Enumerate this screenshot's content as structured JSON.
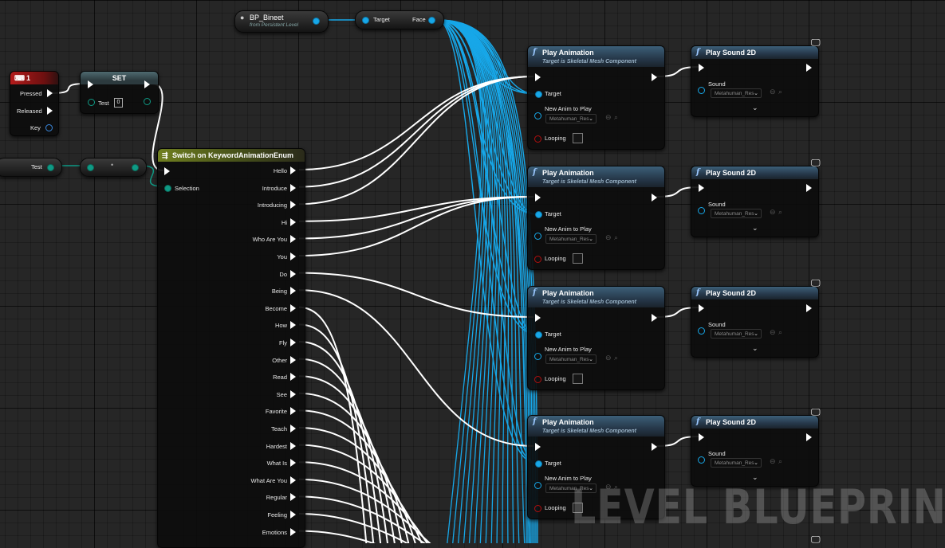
{
  "watermark": "LEVEL BLUEPRINT",
  "colors": {
    "exec_wire": "#ffffff",
    "object_wire": "#17a7e8",
    "enum_wire": "#0f9a85"
  },
  "bp_var": {
    "title": "BP_Bineet",
    "subtitle": "from Persistent Level"
  },
  "target_var": {
    "target_label": "Target",
    "face_label": "Face"
  },
  "key_event": {
    "title": "1",
    "pressed": "Pressed",
    "released": "Released",
    "key": "Key"
  },
  "set_node": {
    "title": "SET",
    "test_label": "Test",
    "test_value": "0"
  },
  "test_var": {
    "label": "Test"
  },
  "cast_node": {
    "label": ""
  },
  "switch_node": {
    "title": "Switch on KeywordAnimationEnum",
    "selection": "Selection",
    "outputs": [
      "Hello",
      "Introduce",
      "Introducing",
      "Hi",
      "Who Are You",
      "You",
      "Do",
      "Being",
      "Become",
      "How",
      "Fly",
      "Other",
      "Read",
      "See",
      "Favorite",
      "Teach",
      "Hardest",
      "What Is",
      "What Are You",
      "Regular",
      "Feeling",
      "Emotions"
    ]
  },
  "play_animation": {
    "title": "Play Animation",
    "subtitle": "Target is Skeletal Mesh Component",
    "target": "Target",
    "new_anim": "New Anim to Play",
    "anim_value": "Metahuman_Res",
    "looping": "Looping"
  },
  "play_sound": {
    "title": "Play Sound 2D",
    "sound": "Sound",
    "sound_value": "Metahuman_Res"
  }
}
